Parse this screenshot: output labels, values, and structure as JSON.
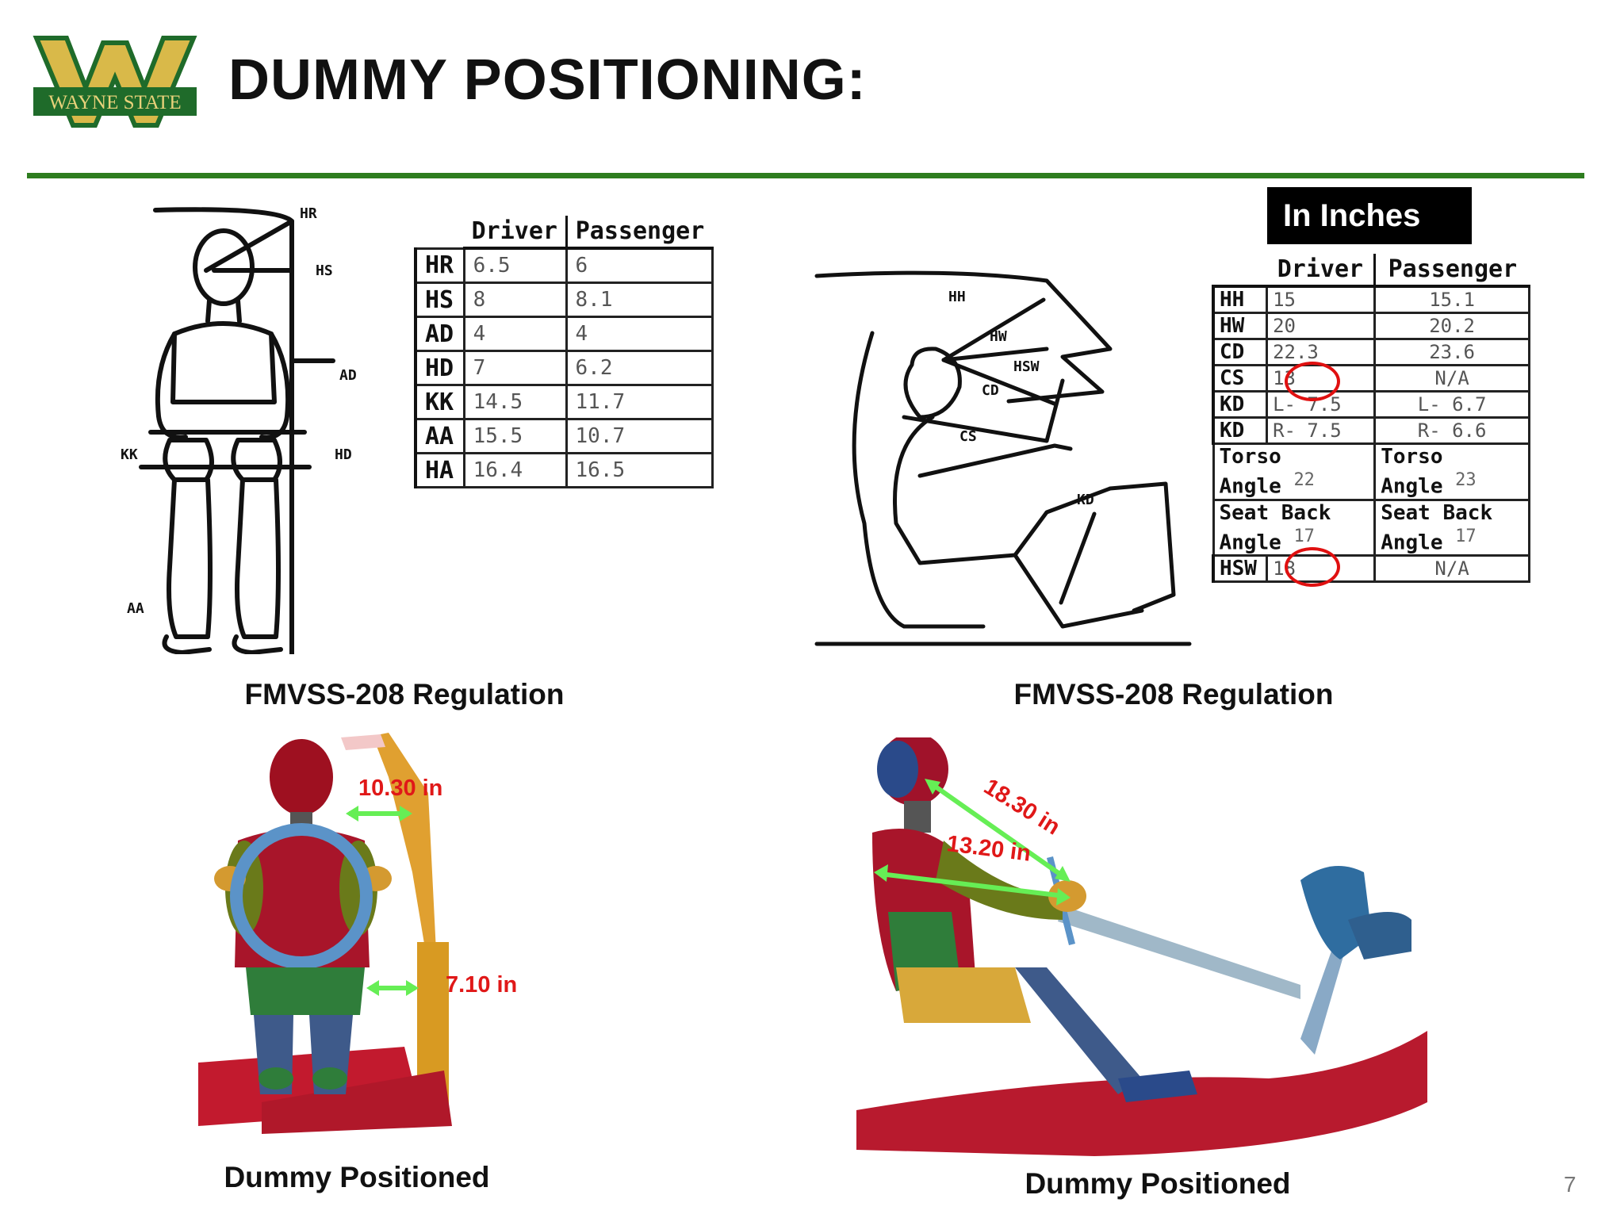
{
  "logo": {
    "text": "WAYNE STATE"
  },
  "title": "DUMMY POSITIONING:",
  "units_badge": "In Inches",
  "front_table": {
    "headers": [
      "Driver",
      "Passenger"
    ],
    "rows": [
      {
        "code": "HR",
        "driver": "6.5",
        "passenger": "6"
      },
      {
        "code": "HS",
        "driver": "8",
        "passenger": "8.1"
      },
      {
        "code": "AD",
        "driver": "4",
        "passenger": "4"
      },
      {
        "code": "HD",
        "driver": "7",
        "passenger": "6.2"
      },
      {
        "code": "KK",
        "driver": "14.5",
        "passenger": "11.7"
      },
      {
        "code": "AA",
        "driver": "15.5",
        "passenger": "10.7"
      },
      {
        "code": "HA",
        "driver": "16.4",
        "passenger": "16.5"
      }
    ]
  },
  "front_diagram_labels": {
    "hr": "HR",
    "hs": "HS",
    "ad": "AD",
    "kk": "KK",
    "hd": "HD",
    "aa": "AA"
  },
  "side_table": {
    "headers": [
      "Driver",
      "Passenger"
    ],
    "rows": [
      {
        "code": "HH",
        "driver": "15",
        "passenger": "15.1"
      },
      {
        "code": "HW",
        "driver": "20",
        "passenger": "20.2"
      },
      {
        "code": "CD",
        "driver": "22.3",
        "passenger": "23.6"
      },
      {
        "code": "CS",
        "driver": "13",
        "passenger": "N/A"
      },
      {
        "code": "KD",
        "driver": "L- 7.5",
        "passenger": "L- 6.7"
      },
      {
        "code": "KD",
        "driver": "R- 7.5",
        "passenger": "R- 6.6"
      }
    ],
    "torso": {
      "label1": "Torso",
      "label2": "Angle",
      "driver": "22",
      "passenger": "23"
    },
    "seat_back": {
      "label1": "Seat Back",
      "label2": "Angle",
      "driver": "17",
      "passenger": "17"
    },
    "hsw": {
      "code": "HSW",
      "driver": "18",
      "passenger": "N/A"
    }
  },
  "side_diagram_labels": {
    "hh": "HH",
    "hw": "HW",
    "hsw": "HSW",
    "cd": "CD",
    "cs": "CS",
    "kd": "KD"
  },
  "captions": {
    "top_left": "FMVSS-208 Regulation",
    "top_right": "FMVSS-208 Regulation",
    "bottom_left": "Dummy Positioned",
    "bottom_right": "Dummy Positioned"
  },
  "measurements": {
    "front_head": "10.30 in",
    "front_knee": "7.10 in",
    "side_head": "18.30 in",
    "side_chest": "13.20 in"
  },
  "colors": {
    "rule": "#2e7d1f",
    "logo_green": "#1f6b2a",
    "logo_gold": "#d9b949",
    "annotation_red": "#e01818",
    "arrow_green": "#66ee55"
  },
  "page_number": "7"
}
